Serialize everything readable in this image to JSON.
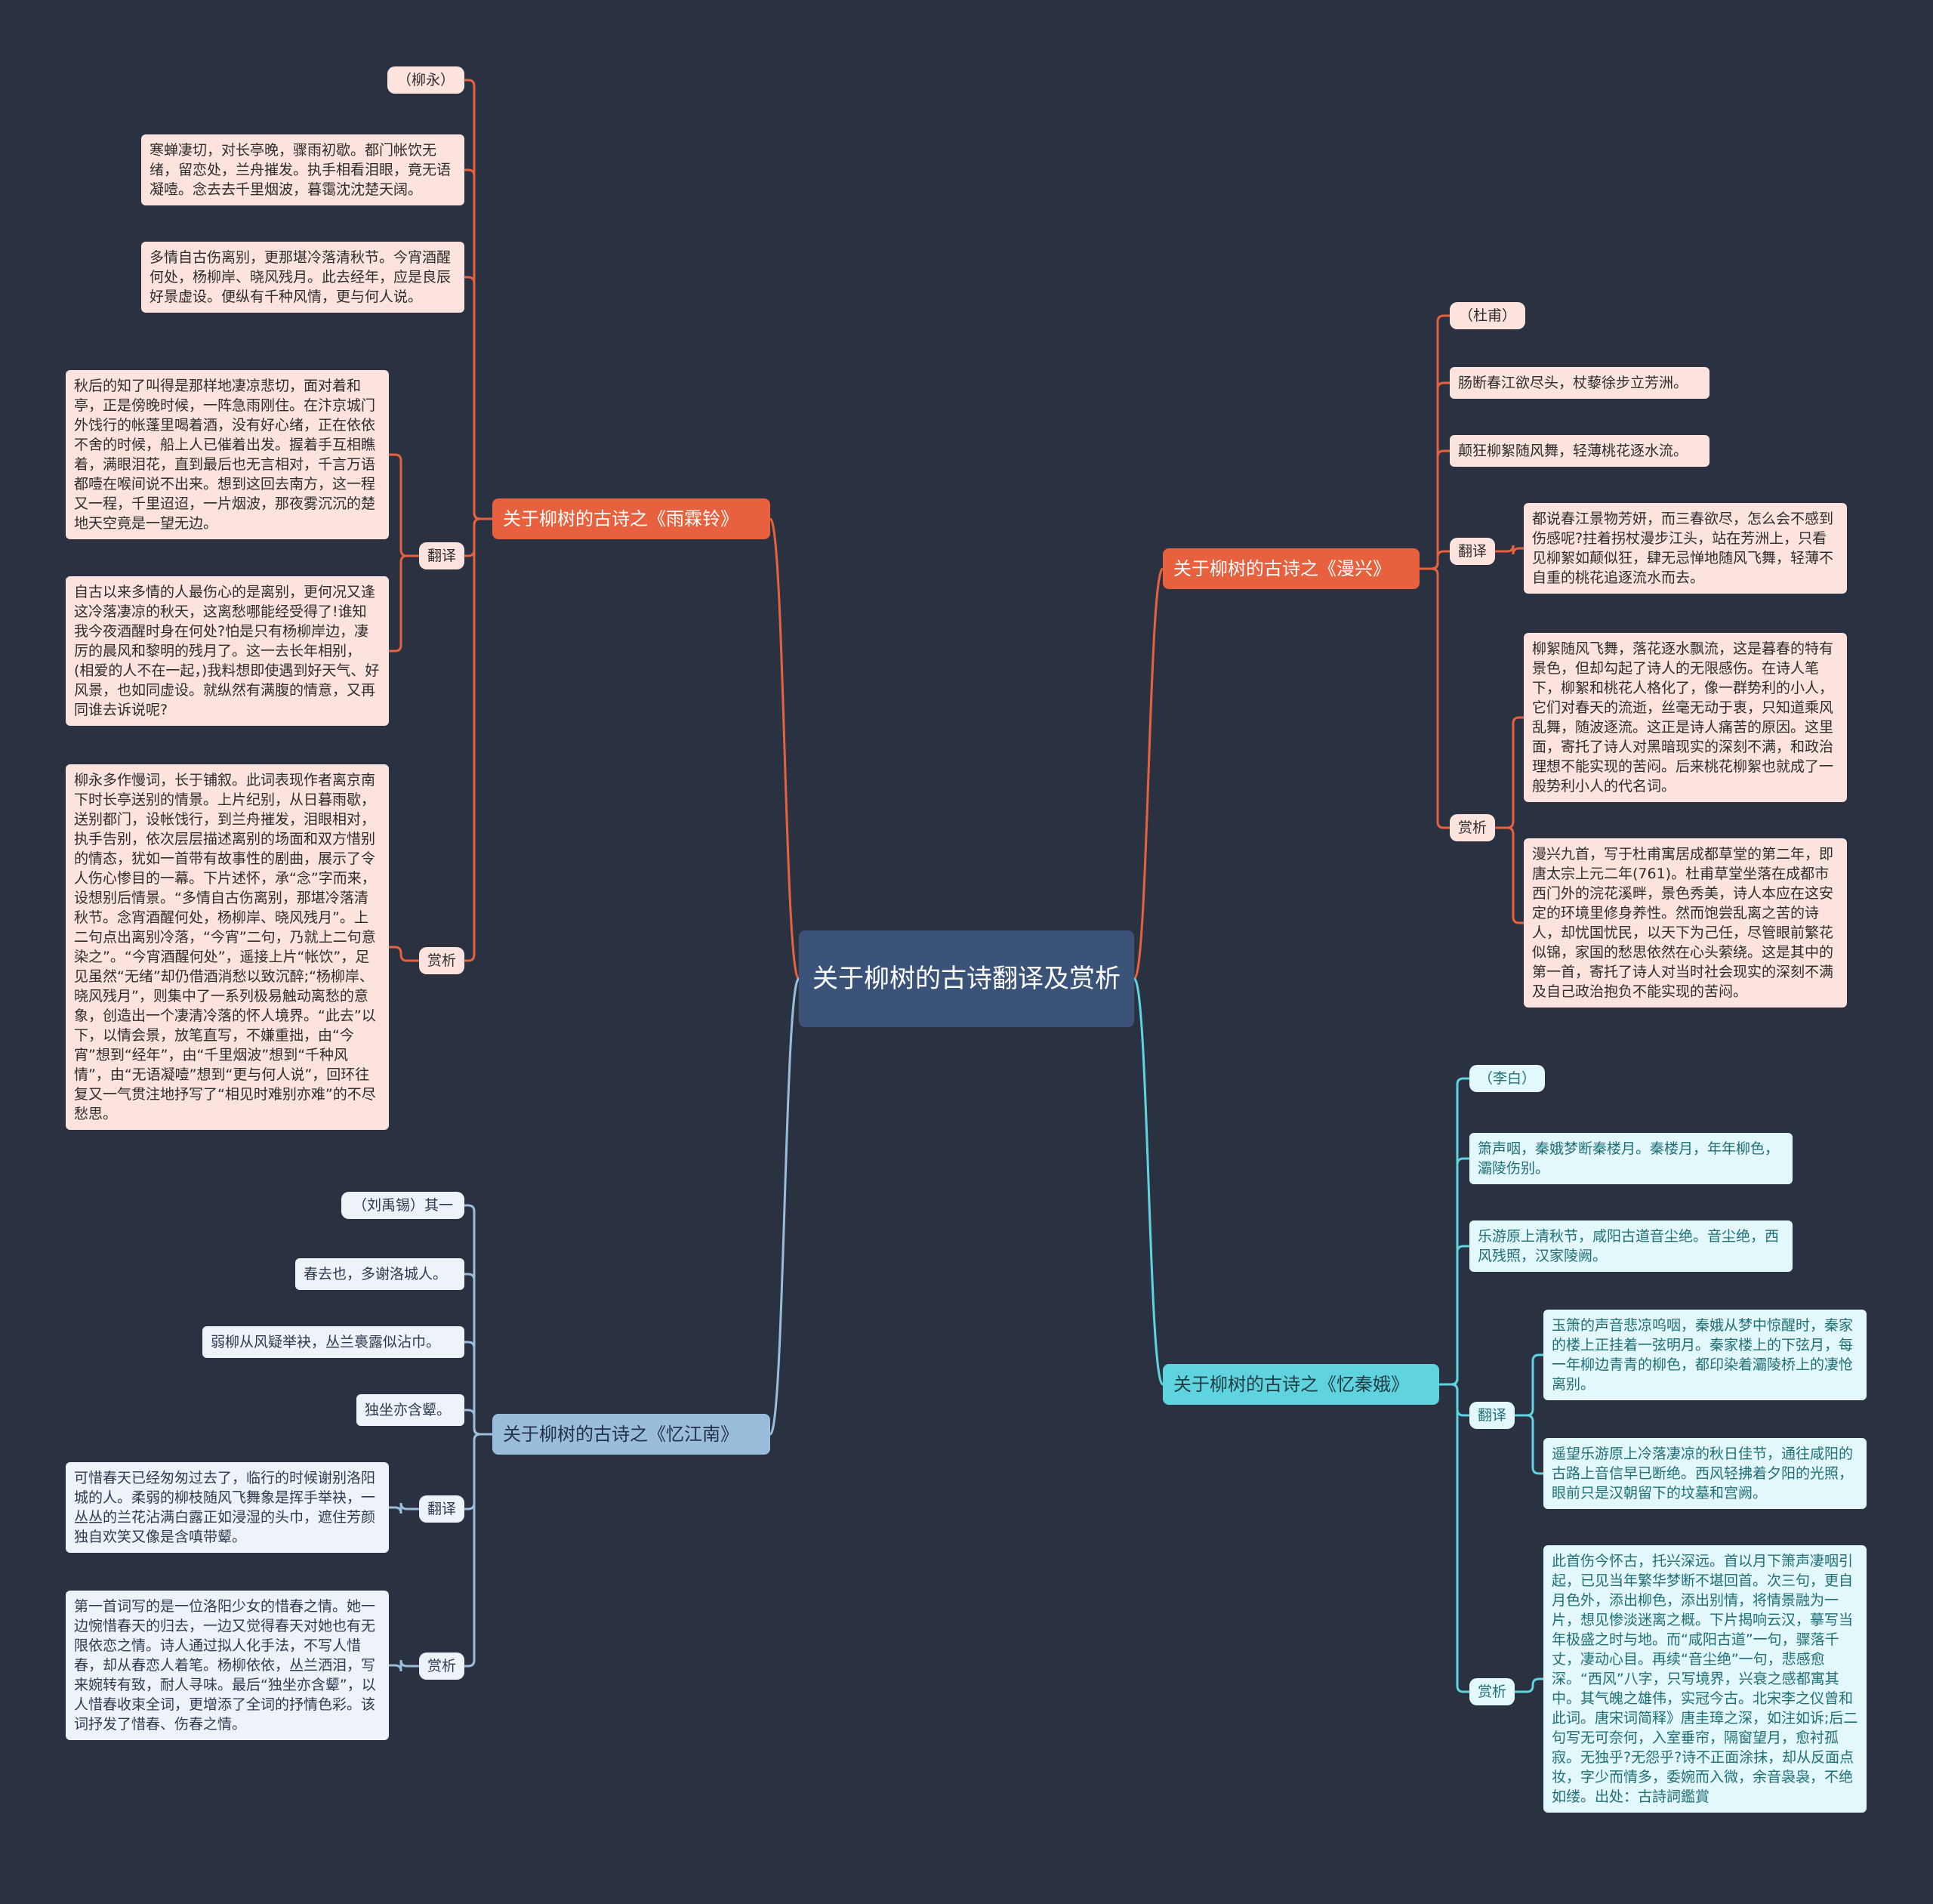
{
  "title": "关于柳树的古诗翻译及赏析",
  "colors": {
    "background": "#2a3140",
    "center": "#3b5378",
    "red_branch": "#e8613e",
    "red_leaf": "#fde3dd",
    "blue_branch": "#9bbddc",
    "blue_leaf": "#eef3f9",
    "cyan_branch": "#5fd3de",
    "cyan_leaf": "#e3f8fa"
  },
  "yulinling": {
    "title": "关于柳树的古诗之《雨霖铃》",
    "author": "（柳永）",
    "lines": [
      "寒蝉凄切，对长亭晚，骤雨初歇。都门帐饮无绪，留恋处，兰舟摧发。执手相看泪眼，竟无语凝噎。念去去千里烟波，暮霭沈沈楚天阔。",
      "多情自古伤离别，更那堪冷落清秋节。今宵酒醒何处，杨柳岸、晓风残月。此去经年，应是良辰好景虚设。便纵有千种风情，更与何人说。"
    ],
    "translation_label": "翻译",
    "translations": [
      "秋后的知了叫得是那样地凄凉悲切，面对着和亭，正是傍晚时候，一阵急雨刚住。在汴京城门外饯行的帐蓬里喝着酒，没有好心绪，正在依依不舍的时候，船上人已催着出发。握着手互相瞧着，满眼泪花，直到最后也无言相对，千言万语都噎在喉间说不出来。想到这回去南方，这一程又一程，千里迢迢，一片烟波，那夜雾沉沉的楚地天空竟是一望无边。",
      "自古以来多情的人最伤心的是离别，更何况又逢这冷落凄凉的秋天，这离愁哪能经受得了!谁知我今夜酒醒时身在何处?怕是只有杨柳岸边，凄厉的晨风和黎明的残月了。这一去长年相别，(相爱的人不在一起，)我料想即使遇到好天气、好风景，也如同虚设。就纵然有满腹的情意，又再同谁去诉说呢?"
    ],
    "appreciation_label": "赏析",
    "appreciation": "柳永多作慢词，长于铺叙。此词表现作者离京南下时长亭送别的情景。上片纪别，从日暮雨歇，送别都门，设帐饯行，到兰舟摧发，泪眼相对，执手告别，依次层层描述离别的场面和双方惜别的情态，犹如一首带有故事性的剧曲，展示了令人伤心惨目的一幕。下片述怀，承“念”字而来，设想别后情景。“多情自古伤离别，那堪冷落清秋节。念宵酒醒何处，杨柳岸、晓风残月”。上二句点出离别冷落，“今宵”二句，乃就上二句意染之”。“今宵酒醒何处”，遥接上片“帐饮”，足见虽然“无绪”却仍借酒消愁以致沉醉;“杨柳岸、晓风残月”，则集中了一系列极易触动离愁的意象，创造出一个凄清冷落的怀人境界。“此去”以下，以情会景，放笔直写，不嫌重拙，由“今宵”想到“经年”，由“千里烟波”想到“千种风情”，由“无语凝噎”想到“更与何人说”，回环往复又一气贯注地抒写了“相见时难别亦难”的不尽愁思。"
  },
  "yijiangnan": {
    "title": "关于柳树的古诗之《忆江南》",
    "author": "（刘禹锡）其一",
    "lines": [
      "春去也，多谢洛城人。",
      "弱柳从风疑举袂，丛兰裛露似沾巾。",
      "独坐亦含颦。"
    ],
    "translation_label": "翻译",
    "translation": "可惜春天已经匆匆过去了，临行的时候谢别洛阳城的人。柔弱的柳枝随风飞舞象是挥手举袂，一丛丛的兰花沾满白露正如浸湿的头巾，遮住芳颜独自欢笑又像是含嗔带颦。",
    "appreciation_label": "赏析",
    "appreciation": "第一首词写的是一位洛阳少女的惜春之情。她一边惋惜春天的归去，一边又觉得春天对她也有无限依恋之情。诗人通过拟人化手法，不写人惜春，却从春恋人着笔。杨柳依依，丛兰洒泪，写来婉转有致，耐人寻味。最后“独坐亦含颦”，以人惜春收束全词，更增添了全词的抒情色彩。该词抒发了惜春、伤春之情。"
  },
  "manxing": {
    "title": "关于柳树的古诗之《漫兴》",
    "author": "（杜甫）",
    "lines": [
      "肠断春江欲尽头，杖藜徐步立芳洲。",
      "颠狂柳絮随风舞，轻薄桃花逐水流。"
    ],
    "translation_label": "翻译",
    "translation": "都说春江景物芳妍，而三春欲尽，怎么会不感到伤感呢?拄着拐杖漫步江头，站在芳洲上，只看见柳絮如颠似狂，肆无忌惮地随风飞舞，轻薄不自重的桃花追逐流水而去。",
    "appreciation_label": "赏析",
    "appreciations": [
      "柳絮随风飞舞，落花逐水飘流，这是暮春的特有景色，但却勾起了诗人的无限感伤。在诗人笔下，柳絮和桃花人格化了，像一群势利的小人，它们对春天的流逝，丝毫无动于衷，只知道乘风乱舞，随波逐流。这正是诗人痛苦的原因。这里面，寄托了诗人对黑暗现实的深刻不满，和政治理想不能实现的苦闷。后来桃花柳絮也就成了一般势利小人的代名词。",
      "漫兴九首，写于杜甫寓居成都草堂的第二年，即唐太宗上元二年(761)。杜甫草堂坐落在成都市西门外的浣花溪畔，景色秀美，诗人本应在这安定的环境里修身养性。然而饱尝乱离之苦的诗人，却忧国忧民，以天下为己任，尽管眼前繁花似锦，家国的愁思依然在心头萦绕。这是其中的第一首，寄托了诗人对当时社会现实的深刻不满及自己政治抱负不能实现的苦闷。"
    ]
  },
  "yiqine": {
    "title": "关于柳树的古诗之《忆秦娥》",
    "author": "（李白）",
    "lines": [
      "箫声咽，秦娥梦断秦楼月。秦楼月，年年柳色，灞陵伤别。",
      "乐游原上清秋节，咸阳古道音尘绝。音尘绝，西风残照，汉家陵阙。"
    ],
    "translation_label": "翻译",
    "translations": [
      "玉箫的声音悲凉呜咽，秦娥从梦中惊醒时，秦家的楼上正挂着一弦明月。秦家楼上的下弦月，每一年柳边青青的柳色，都印染着灞陵桥上的凄怆离别。",
      "遥望乐游原上冷落凄凉的秋日佳节，通往咸阳的古路上音信早已断绝。西风轻拂着夕阳的光照，眼前只是汉朝留下的坟墓和宫阙。"
    ],
    "appreciation_label": "赏析",
    "appreciation": "此首伤今怀古，托兴深远。首以月下箫声凄咽引起，已见当年繁华梦断不堪回首。次三句，更自月色外，添出柳色，添出别情，将情景融为一片，想见惨淡迷离之概。下片揭响云汉，摹写当年极盛之时与地。而“咸阳古道”一句，骤落千丈，凄动心目。再续“音尘绝”一句，悲感愈深。“西风”八字，只写境界，兴衰之感都寓其中。其气魄之雄伟，实冠今古。北宋李之仪曾和此词。唐宋词简释》唐圭璋之深，如注如诉;后二句写无可奈何，入室垂帘，隔窗望月，愈衬孤寂。无独乎?无怨乎?诗不正面涂抹，却从反面点妆，字少而情多，委婉而入微，余音袅袅，不绝如缕。出处：古詩詞鑑賞"
  }
}
